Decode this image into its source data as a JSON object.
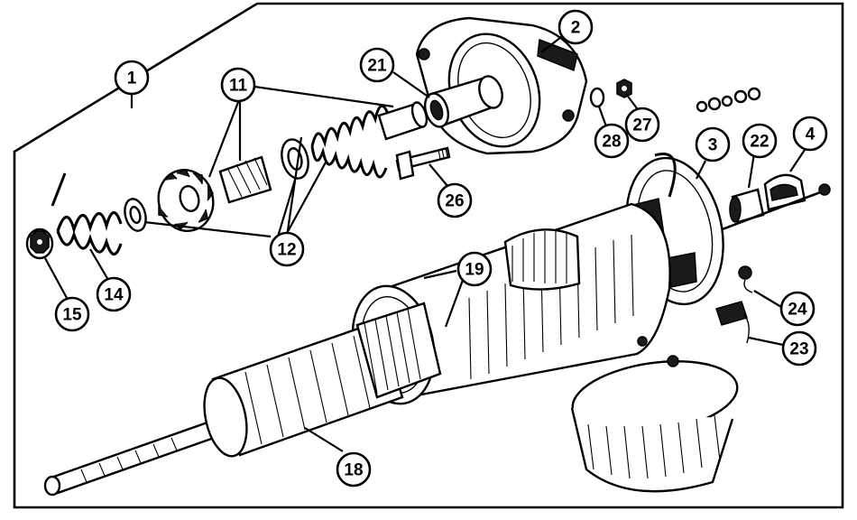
{
  "diagram": {
    "callouts": [
      {
        "id": "c1",
        "label": "1"
      },
      {
        "id": "c2",
        "label": "2"
      },
      {
        "id": "c3",
        "label": "3"
      },
      {
        "id": "c4",
        "label": "4"
      },
      {
        "id": "c11",
        "label": "11"
      },
      {
        "id": "c12",
        "label": "12"
      },
      {
        "id": "c14",
        "label": "14"
      },
      {
        "id": "c15",
        "label": "15"
      },
      {
        "id": "c18",
        "label": "18"
      },
      {
        "id": "c19",
        "label": "19"
      },
      {
        "id": "c21",
        "label": "21"
      },
      {
        "id": "c22",
        "label": "22"
      },
      {
        "id": "c23",
        "label": "23"
      },
      {
        "id": "c24",
        "label": "24"
      },
      {
        "id": "c26",
        "label": "26"
      },
      {
        "id": "c27",
        "label": "27"
      },
      {
        "id": "c28",
        "label": "28"
      }
    ]
  },
  "colors": {
    "ink": "#000000",
    "paper": "#ffffff"
  }
}
